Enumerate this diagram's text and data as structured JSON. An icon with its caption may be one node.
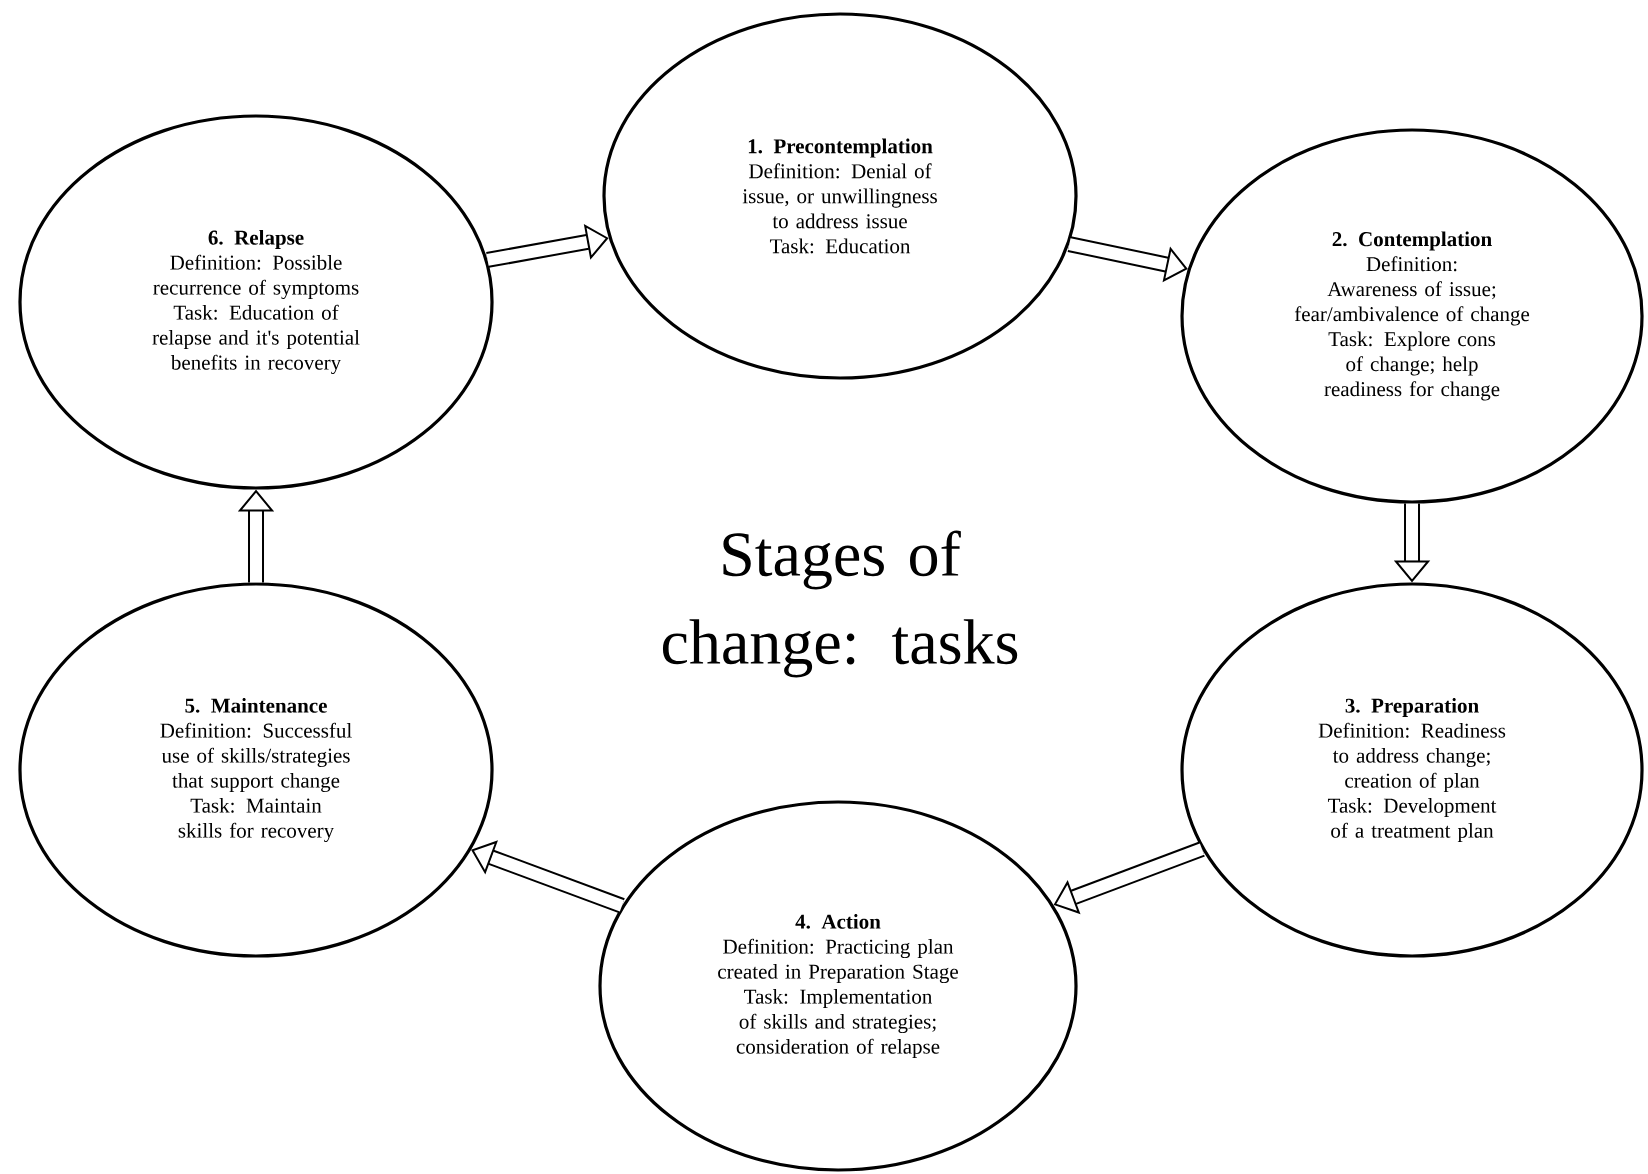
{
  "diagram": {
    "title": "Stages of change: tasks",
    "nodes": [
      {
        "text": [
          "1. Precontemplation",
          "Definition: Denial of issue, or unwillingness to address issue",
          "Task: Education"
        ]
      },
      {
        "text": [
          "2. Contemplation",
          "Definition: Awareness of issue; fear/ambivalence of change",
          "Task: Explore cons of change; help readiness for change"
        ]
      },
      {
        "text": [
          "3. Preparation",
          "Definition: Readiness to address change; creation of plan",
          "Task: Development of a treatment plan"
        ]
      },
      {
        "text": [
          "4. Action",
          "Definition: Practicing plan created in Preparation Stage",
          "Task: Implementation of skills and strategies; consideration of relapse"
        ]
      },
      {
        "text": [
          "5. Maintenance",
          "Definition: Successful use of skills/strategies that support change",
          "Task: Maintain skills for recovery"
        ]
      },
      {
        "text": [
          "6. Relapse",
          "Definition: Possible recurrence of symptoms",
          "Task: Education of relapse and it's potential benefits in recovery"
        ]
      }
    ],
    "edges": [
      {
        "from": 5,
        "to": 0,
        "arrow": "to"
      },
      {
        "from": 0,
        "to": 1,
        "arrow": "to"
      },
      {
        "from": 1,
        "to": 2,
        "arrow": "to"
      },
      {
        "from": 2,
        "to": 3,
        "arrow": "to"
      },
      {
        "from": 3,
        "to": 4,
        "arrow": "to"
      },
      {
        "from": 4,
        "to": 5,
        "arrow": "to"
      }
    ]
  }
}
